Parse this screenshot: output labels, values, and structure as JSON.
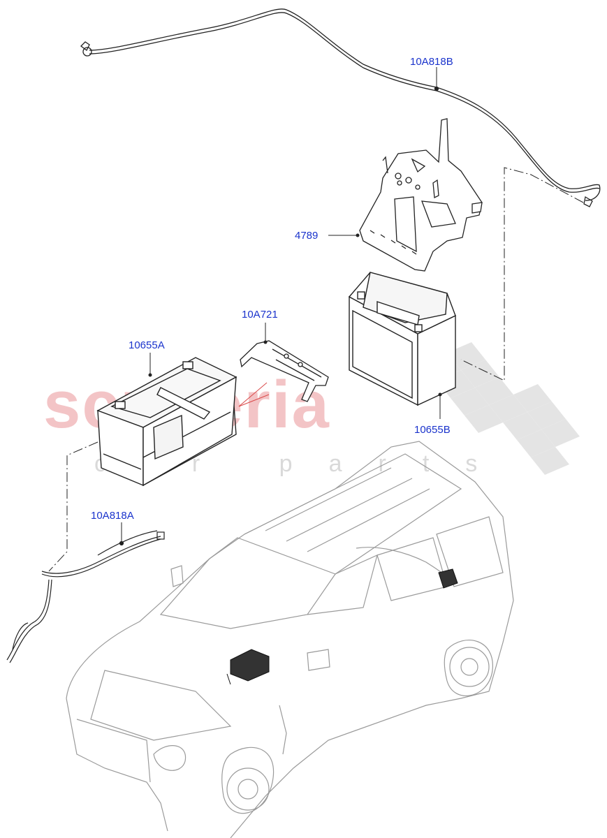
{
  "watermark": {
    "brand": "scuderia",
    "tagline": "car parts",
    "color": "#f3c4c6",
    "checker_color": "#dcdcdc"
  },
  "callouts": {
    "harness_rear": "10A818B",
    "bracket": "4789",
    "aux_battery": "10655B",
    "clamp": "10A721",
    "main_battery": "10655A",
    "harness_front": "10A818A"
  },
  "colors": {
    "callout_text": "#1a33cc",
    "line_art": "#222222",
    "vehicle_outline": "#9a9a9a"
  }
}
